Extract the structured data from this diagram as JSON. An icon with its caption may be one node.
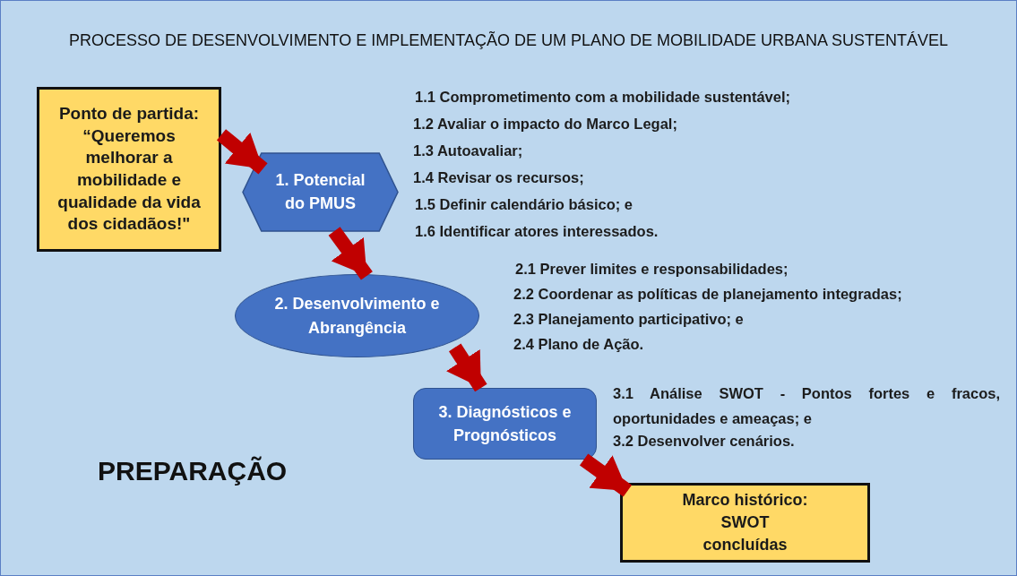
{
  "diagram": {
    "title": "PROCESSO DE DESENVOLVIMENTO E IMPLEMENTAÇÃO DE UM PLANO DE MOBILIDADE URBANA SUSTENTÁVEL",
    "nodes": [
      {
        "text": [
          "Ponto de partida:",
          "“Queremos melhorar a mobilidade e qualidade da vida dos cidadãos!\""
        ]
      },
      {
        "text": [
          "1. Potencial do PMUS"
        ]
      },
      {
        "text": [
          "2. Desenvolvimento e Abrangência"
        ]
      },
      {
        "text": [
          "3. Diagnósticos e Prognósticos"
        ]
      },
      {
        "text": [
          "Marco histórico: SWOT concluídas"
        ]
      }
    ],
    "edges": [
      {
        "from": 0,
        "to": 1,
        "arrow": "to"
      },
      {
        "from": 1,
        "to": 2,
        "arrow": "to"
      },
      {
        "from": 2,
        "to": 3,
        "arrow": "to"
      },
      {
        "from": 3,
        "to": 4,
        "arrow": "to"
      }
    ],
    "labels": [
      "1.1 Comprometimento com a mobilidade sustentável;",
      "1.2 Avaliar o impacto do Marco Legal;",
      "1.3 Autoavaliar;",
      "1.4 Revisar os recursos;",
      "1.5 Definir calendário básico; e",
      "1.6 Identificar atores interessados.",
      "2.1 Prever limites e responsabilidades;",
      "2.2 Coordenar as políticas de planejamento integradas;",
      "2.3 Planejamento participativo; e",
      "2.4 Plano de Ação.",
      "3.1 Análise SWOT - Pontos fortes e fracos, oportunidades e ameaças; e",
      "3.2 Desenvolver cenários.",
      "PREPARAÇÃO"
    ]
  }
}
